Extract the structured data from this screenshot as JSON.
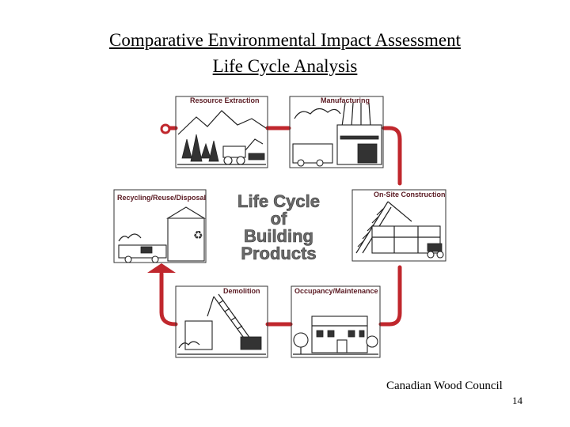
{
  "title": {
    "line1": "Comparative Environmental Impact Assessment",
    "line2": "Life Cycle Analysis"
  },
  "diagram": {
    "stages": {
      "resource_extraction": "Resource Extraction",
      "manufacturing": "Manufacturing",
      "construction": "On-Site Construction",
      "occupancy": "Occupancy/Maintenance",
      "demolition": "Demolition",
      "recycling": "Recycling/Reuse/Disposal"
    },
    "center": {
      "line1": "Life Cycle",
      "line2": "of",
      "line3": "Building",
      "line4": "Products"
    },
    "arrow_color": "#c0272d"
  },
  "footer": {
    "credit": "Canadian Wood Council",
    "page_number": "14"
  }
}
